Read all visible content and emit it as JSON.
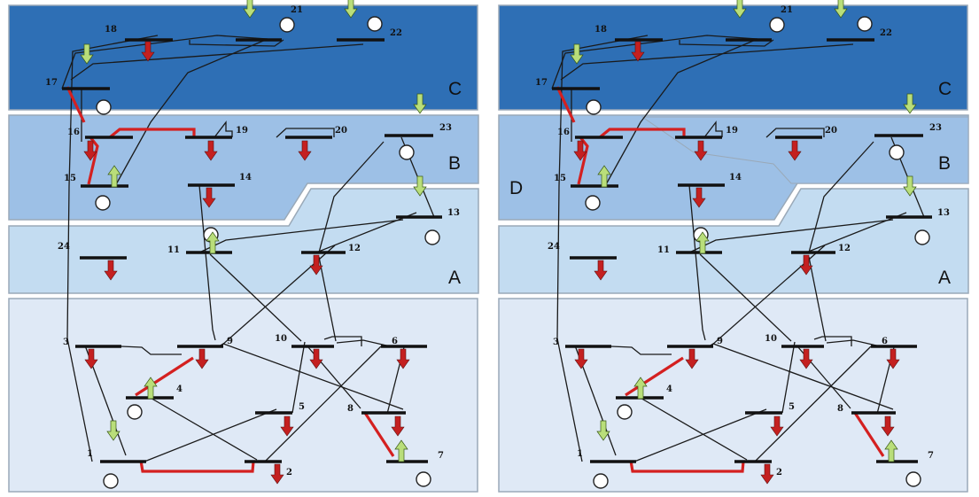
{
  "panels": [
    {
      "id": "left",
      "area_labels": [
        "C",
        "B",
        "A"
      ]
    },
    {
      "id": "right",
      "area_labels": [
        "C",
        "B",
        "A",
        "D"
      ]
    }
  ],
  "buses": [
    "1",
    "2",
    "3",
    "4",
    "5",
    "6",
    "7",
    "8",
    "9",
    "10",
    "11",
    "12",
    "13",
    "14",
    "15",
    "16",
    "17",
    "18",
    "19",
    "20",
    "21",
    "22",
    "23",
    "24"
  ],
  "colors": {
    "area_c": "#2e6fb5",
    "area_b": "#9dc0e6",
    "area_a": "#c3dcf1",
    "area_bottom": "#dfe9f6",
    "area_d": "#b8d3ee",
    "panel_border": "#9aa9b8",
    "line": "#1a1a1a",
    "congested_line": "#d42020",
    "load_arrow": "#c42020",
    "gen_arrow": "#b9de7a"
  },
  "legend_semantics": {
    "load_arrow_icon": "down-arrow-red",
    "injection_arrow_icon": "arrow-green",
    "generator_icon": "circle"
  }
}
